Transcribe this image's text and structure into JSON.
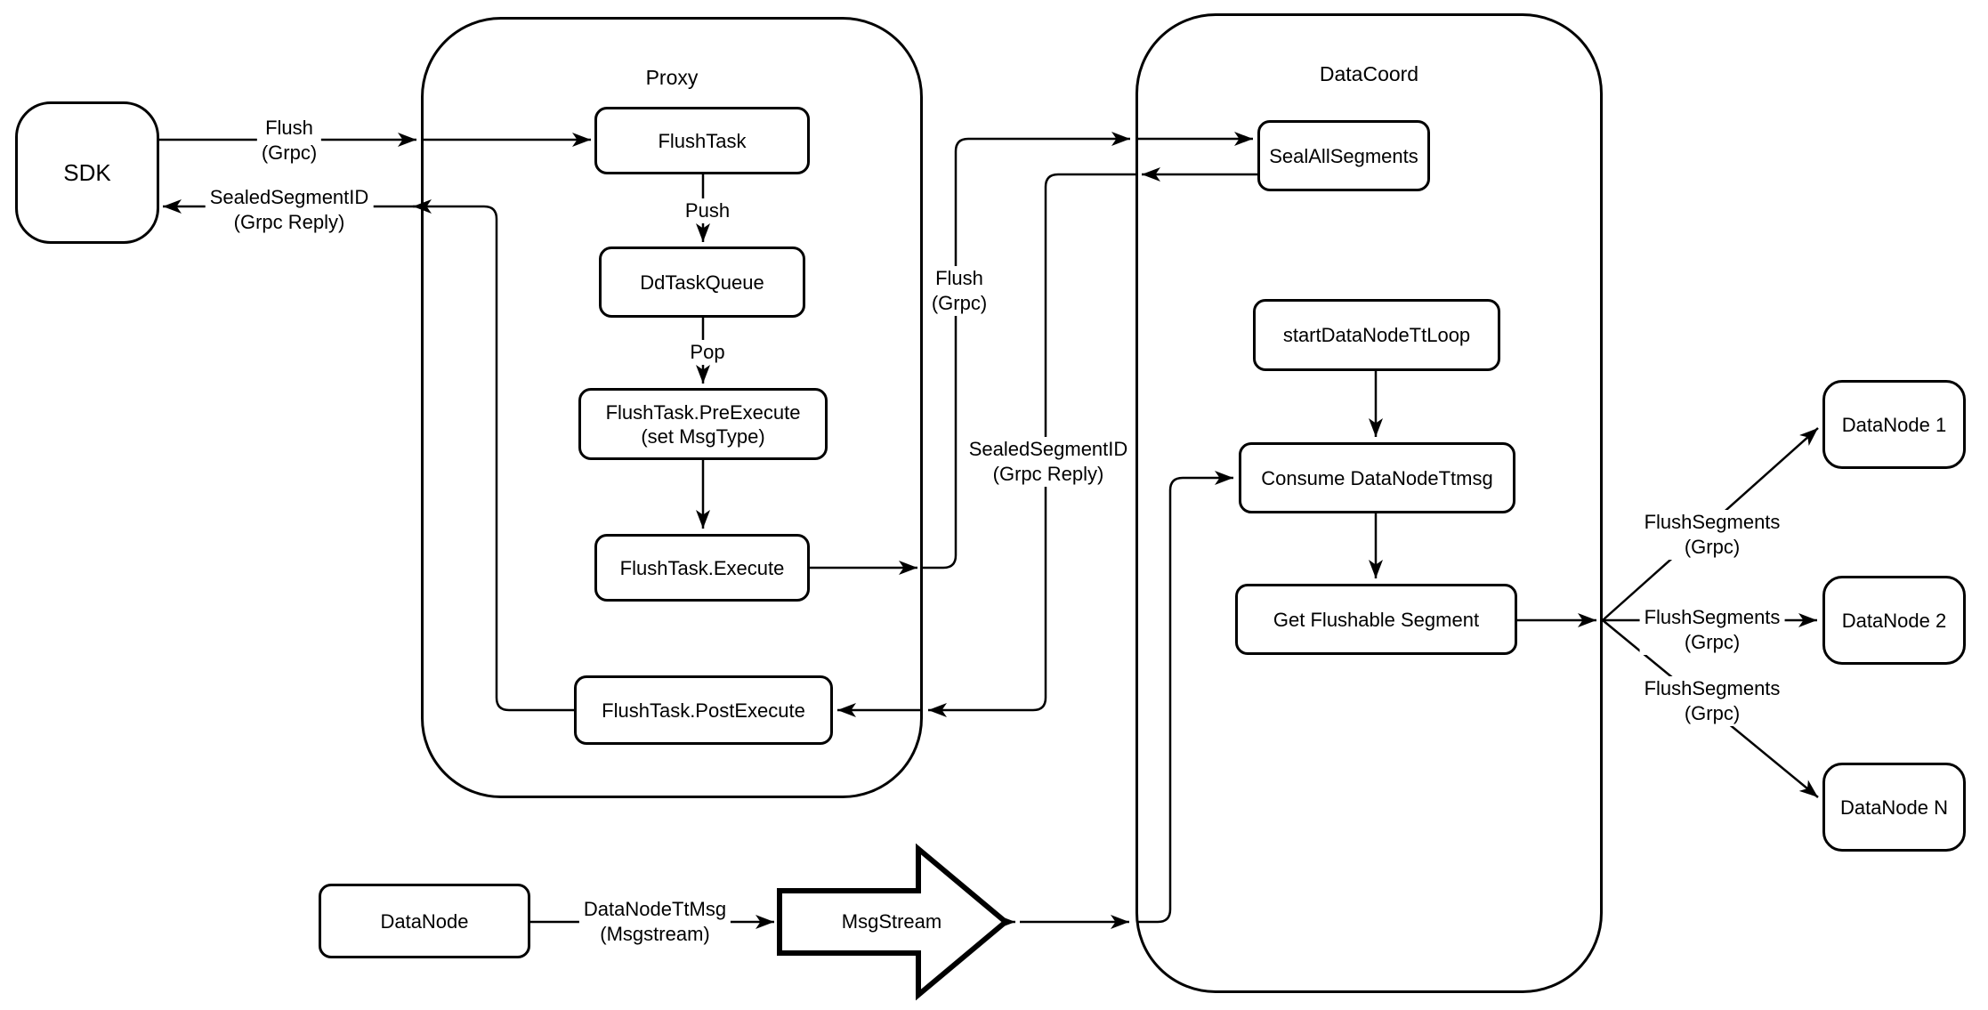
{
  "colors": {
    "stroke": "#000000",
    "fill": "#ffffff",
    "background": "#ffffff"
  },
  "containers": {
    "proxy": {
      "title": "Proxy"
    },
    "datacoord": {
      "title": "DataCoord"
    }
  },
  "nodes": {
    "sdk": {
      "label": "SDK"
    },
    "flush_task": {
      "label": "FlushTask"
    },
    "dd_task_queue": {
      "label": "DdTaskQueue"
    },
    "pre_execute": {
      "label": "FlushTask.PreExecute",
      "sublabel": "(set MsgType)"
    },
    "execute": {
      "label": "FlushTask.Execute"
    },
    "post_execute": {
      "label": "FlushTask.PostExecute"
    },
    "seal_all_segments": {
      "label": "SealAllSegments"
    },
    "start_datanode_tt_loop": {
      "label": "startDataNodeTtLoop"
    },
    "consume_datanode_ttmsg": {
      "label": "Consume DataNodeTtmsg"
    },
    "get_flushable_segment": {
      "label": "Get Flushable Segment"
    },
    "datanode_1": {
      "label": "DataNode 1"
    },
    "datanode_2": {
      "label": "DataNode 2"
    },
    "datanode_n": {
      "label": "DataNode N"
    },
    "datanode": {
      "label": "DataNode"
    },
    "msgstream": {
      "label": "MsgStream"
    }
  },
  "edge_labels": {
    "flush_sdk": {
      "line1": "Flush",
      "line2": "(Grpc)"
    },
    "sealed_sdk": {
      "line1": "SealedSegmentID",
      "line2": "(Grpc Reply)"
    },
    "push": {
      "text": "Push"
    },
    "pop": {
      "text": "Pop"
    },
    "flush_datacoord": {
      "line1": "Flush",
      "line2": "(Grpc)"
    },
    "sealed_datacoord": {
      "line1": "SealedSegmentID",
      "line2": "(Grpc Reply)"
    },
    "flush_segments_1": {
      "line1": "FlushSegments",
      "line2": "(Grpc)"
    },
    "flush_segments_2": {
      "line1": "FlushSegments",
      "line2": "(Grpc)"
    },
    "flush_segments_3": {
      "line1": "FlushSegments",
      "line2": "(Grpc)"
    },
    "datanode_ttmsg": {
      "line1": "DataNodeTtMsg",
      "line2": "(Msgstream)"
    }
  }
}
